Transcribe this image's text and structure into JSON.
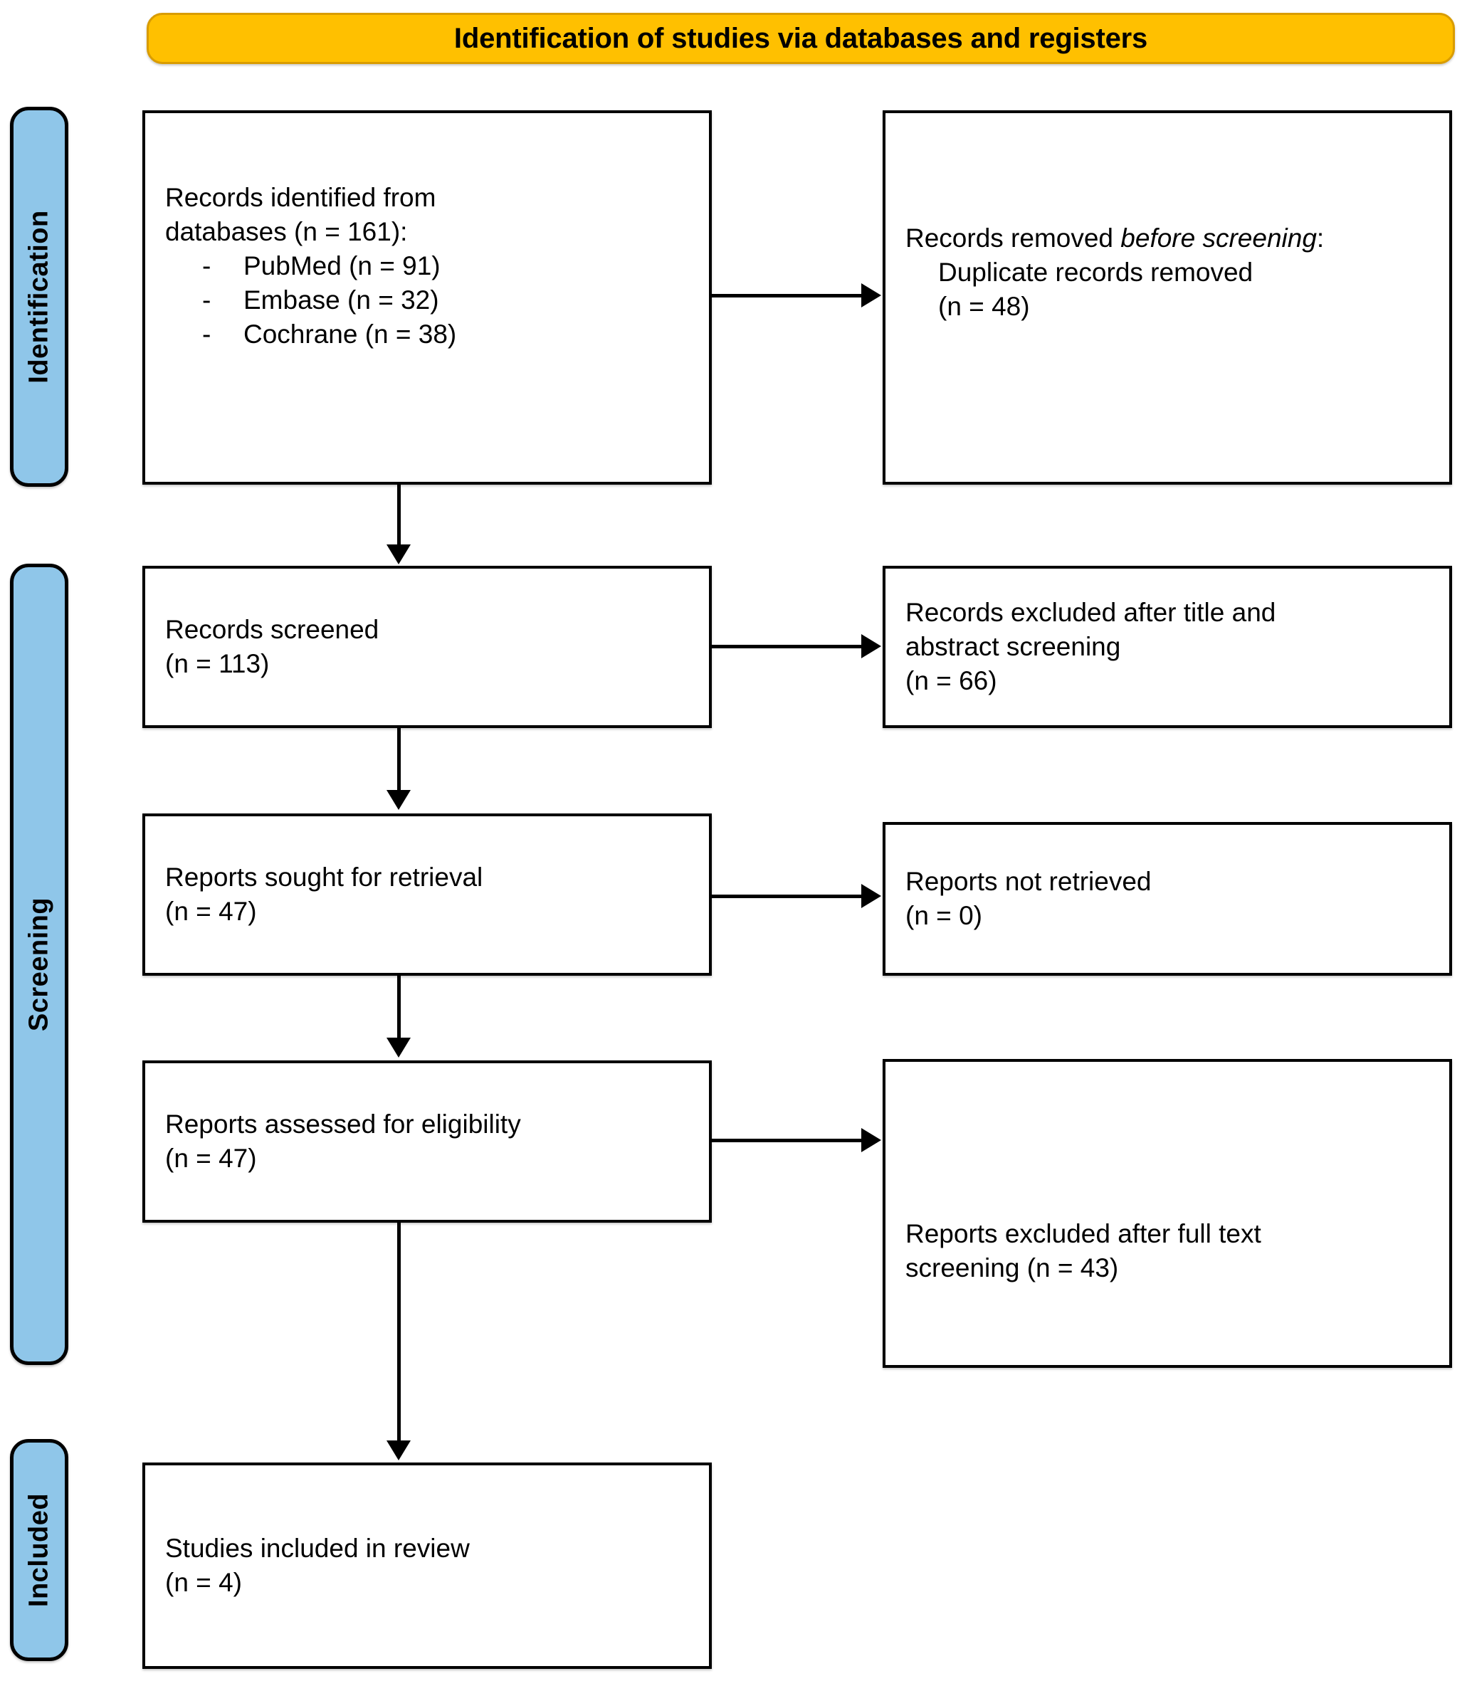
{
  "diagram": {
    "type": "PRISMA flow diagram",
    "banner": {
      "title": "Identification of studies via databases and registers",
      "color": "#FFC000"
    },
    "stages": [
      {
        "id": "identification",
        "label": "Identification",
        "color": "#8FC6E9"
      },
      {
        "id": "screening",
        "label": "Screening",
        "color": "#8FC6E9"
      },
      {
        "id": "included",
        "label": "Included",
        "color": "#8FC6E9"
      }
    ],
    "boxes": {
      "records_identified": {
        "line1": "Records identified from",
        "line2": "databases (n = 161):",
        "bullets": [
          {
            "dash": "-",
            "text": "PubMed (n = 91)"
          },
          {
            "dash": "-",
            "text": "Embase (n = 32)"
          },
          {
            "dash": "-",
            "text": "Cochrane (n = 38)"
          }
        ]
      },
      "records_removed": {
        "lead": "Records removed ",
        "italic": "before screening",
        "colon": ":",
        "sub_line1": "Duplicate records removed",
        "sub_line2": "(n = 48)"
      },
      "records_screened": {
        "line1": "Records screened",
        "line2": "(n = 113)"
      },
      "records_excluded": {
        "line1": "Records excluded after title and",
        "line2": "abstract screening",
        "line3": "(n = 66)"
      },
      "reports_sought": {
        "line1": "Reports sought for retrieval",
        "line2": "(n = 47)"
      },
      "reports_not_retrieved": {
        "line1": "Reports not retrieved",
        "line2": "(n = 0)"
      },
      "reports_assessed": {
        "line1": "Reports assessed for eligibility",
        "line2": "(n = 47)"
      },
      "reports_excluded_fulltext": {
        "line1": "Reports excluded after full text",
        "line2": "screening (n = 43)"
      },
      "studies_included": {
        "line1": "Studies included in review",
        "line2": "(n = 4)"
      }
    },
    "counts": {
      "identified_total": 161,
      "pubmed": 91,
      "embase": 32,
      "cochrane": 38,
      "duplicates_removed": 48,
      "screened": 113,
      "excluded_title_abstract": 66,
      "sought_for_retrieval": 47,
      "not_retrieved": 0,
      "assessed_for_eligibility": 47,
      "excluded_full_text": 43,
      "included_in_review": 4
    }
  }
}
